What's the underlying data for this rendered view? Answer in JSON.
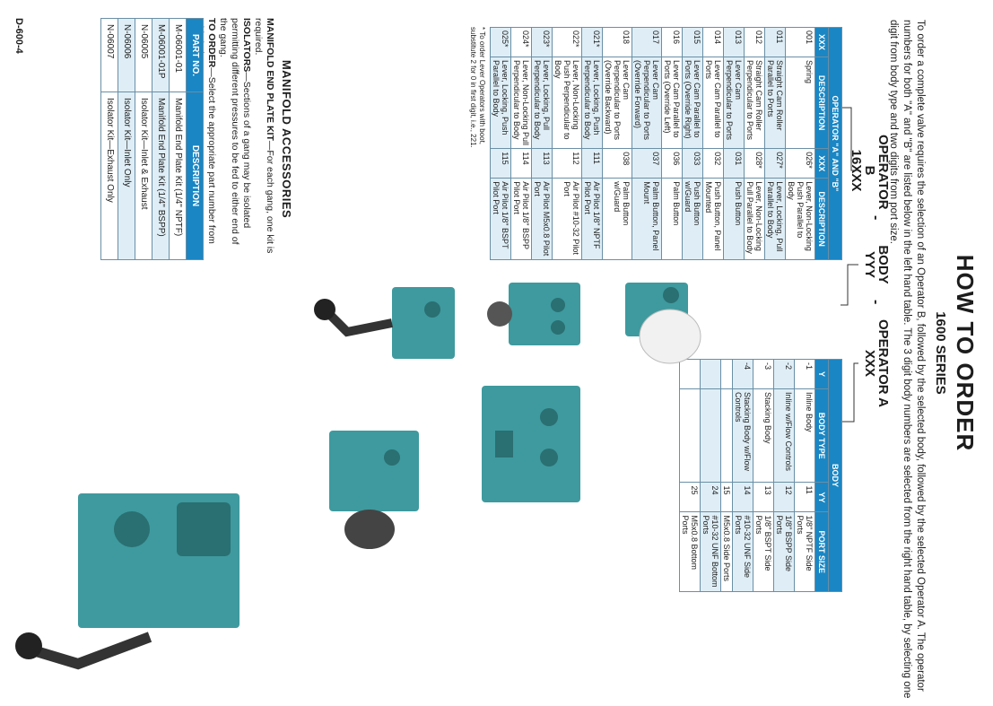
{
  "header": {
    "title": "HOW TO ORDER",
    "subtitle": "1600 SERIES",
    "intro": "To order a complete valve requires the selection of an Operator B, followed by the selected body, followed by the selected Operator A. The operator numbers for both \"A\" and \"B\" are listed below in the left hand table. The 3 digit body numbers are selected from the right hand table, by selecting one digit from body type and two digits from port size."
  },
  "code": {
    "op_b_label": "OPERATOR B",
    "op_b_code": "16XXX",
    "body_label": "BODY",
    "body_code": "YYY",
    "op_a_label": "OPERATOR A",
    "op_a_code": "XXX",
    "dash": "-"
  },
  "operator_table": {
    "title": "OPERATOR \"A\" AND \"B\"",
    "col1_header": "XXX",
    "col2_header": "DESCRIPTION",
    "left_rows": [
      {
        "code": "001",
        "desc": "Spring"
      },
      {
        "code": "011",
        "desc": "Straight Cam Roller Parallel to Ports"
      },
      {
        "code": "012",
        "desc": "Straight Cam Roller Perpendicular to Ports"
      },
      {
        "code": "013",
        "desc": "Lever Cam Perpendicular to Ports"
      },
      {
        "code": "014",
        "desc": "Lever Cam Parallel to Ports"
      },
      {
        "code": "015",
        "desc": "Lever Cam Parallel to Ports (Override Right)"
      },
      {
        "code": "016",
        "desc": "Lever Cam Parallel to Ports (Override Left)"
      },
      {
        "code": "017",
        "desc": "Lever Cam Perpendicular to Ports (Override Forward)"
      },
      {
        "code": "018",
        "desc": "Lever Cam Perpendicular to Ports (Override Backward)"
      },
      {
        "code": "021*",
        "desc": "Lever, Locking, Push Perpendicular to Body"
      },
      {
        "code": "022*",
        "desc": "Lever, Non-Locking Push Perpendicular to Body"
      },
      {
        "code": "023*",
        "desc": "Lever, Locking, Pull Perpendicular to Body"
      },
      {
        "code": "024*",
        "desc": "Lever, Non-Locking Pull Perpendicular to Body"
      },
      {
        "code": "025*",
        "desc": "Lever, Locking, Push Parallel to Body"
      }
    ],
    "right_rows": [
      {
        "code": "026*",
        "desc": "Lever, Non-Locking Push Parallel to Body"
      },
      {
        "code": "027*",
        "desc": "Lever, Locking, Pull Parallel to Body"
      },
      {
        "code": "028*",
        "desc": "Lever, Non-Locking Pull Parallel to Body"
      },
      {
        "code": "031",
        "desc": "Push Button"
      },
      {
        "code": "032",
        "desc": "Push Button, Panel Mounted"
      },
      {
        "code": "033",
        "desc": "Push Button w/Guard"
      },
      {
        "code": "036",
        "desc": "Palm Button"
      },
      {
        "code": "037",
        "desc": "Palm Button, Panel Mount"
      },
      {
        "code": "038",
        "desc": "Palm Button w/Guard"
      },
      {
        "code": "111",
        "desc": "Air Pilot 1/8\" NPTF Pilot Port"
      },
      {
        "code": "112",
        "desc": "Air Pilot #10-32 Pilot Port"
      },
      {
        "code": "113",
        "desc": "Air Pilot M5x0.8 Pilot Port"
      },
      {
        "code": "114",
        "desc": "Air Pilot 1/8\" BSPP Pilot Port"
      },
      {
        "code": "115",
        "desc": "Air Pilot 1/8\" BSPT Pilot Port"
      }
    ],
    "footnote": "* To order Lever Operators with boot, substitute 2 for 0 in first digit, i.e., 221."
  },
  "body_table": {
    "title": "BODY",
    "col_y": "Y",
    "col_body_type": "BODY TYPE",
    "col_yy": "YY",
    "col_port_size": "PORT SIZE",
    "body_types": [
      {
        "code": "-1",
        "desc": "Inline Body"
      },
      {
        "code": "-2",
        "desc": "Inline w/Flow Controls"
      },
      {
        "code": "-3",
        "desc": "Stacking Body"
      },
      {
        "code": "-4",
        "desc": "Stacking Body w/Flow Controls"
      }
    ],
    "port_sizes": [
      {
        "code": "11",
        "desc": "1/8\" NPTF Side Ports"
      },
      {
        "code": "12",
        "desc": "1/8\" BSPP Side Ports"
      },
      {
        "code": "13",
        "desc": "1/8\" BSPT Side Ports"
      },
      {
        "code": "14",
        "desc": "#10-32 UNF Side Ports"
      },
      {
        "code": "15",
        "desc": "M5x0.8 Side Ports"
      },
      {
        "code": "24",
        "desc": "#10-32 UNF Bottom Ports"
      },
      {
        "code": "25",
        "desc": "M5x0.8 Bottom Ports"
      }
    ]
  },
  "accessories": {
    "title": "MANIFOLD ACCESSORIES",
    "p1_lead": "MANIFOLD END PLATE KIT",
    "p1_text": "—For each gang, one kit is required.",
    "p2_lead": "ISOLATORS",
    "p2_text": "—Sections of a gang may be isolated permitting different pressures to be fed to either end of the gang.",
    "p3_lead": "TO ORDER",
    "p3_text": "—Select the appropriate part number from table below.",
    "col_part": "PART NO.",
    "col_desc": "DESCRIPTION",
    "rows": [
      {
        "part": "M-06001-01",
        "desc": "Manifold End Plate Kit (1/4\" NPTF)"
      },
      {
        "part": "M-06001-01P",
        "desc": "Manifold End Plate Kit (1/4\" BSPP)"
      },
      {
        "part": "N-06005",
        "desc": "Isolator Kit—Inlet & Exhaust"
      },
      {
        "part": "N-06006",
        "desc": "Isolator Kit—Inlet Only"
      },
      {
        "part": "N-06007",
        "desc": "Isolator Kit—Exhaust Only"
      }
    ]
  },
  "footer": {
    "page_number": "D-600-4"
  },
  "colors": {
    "accent": "#1a86c3",
    "shade": "#dfeef6",
    "valve_teal": "#3e9a9e"
  },
  "photos": [
    "valve-with-palm-button",
    "valve-with-lever-locking",
    "valve-with-lever-handle",
    "valve-with-booted-lever",
    "manifold-gang-with-levers"
  ]
}
